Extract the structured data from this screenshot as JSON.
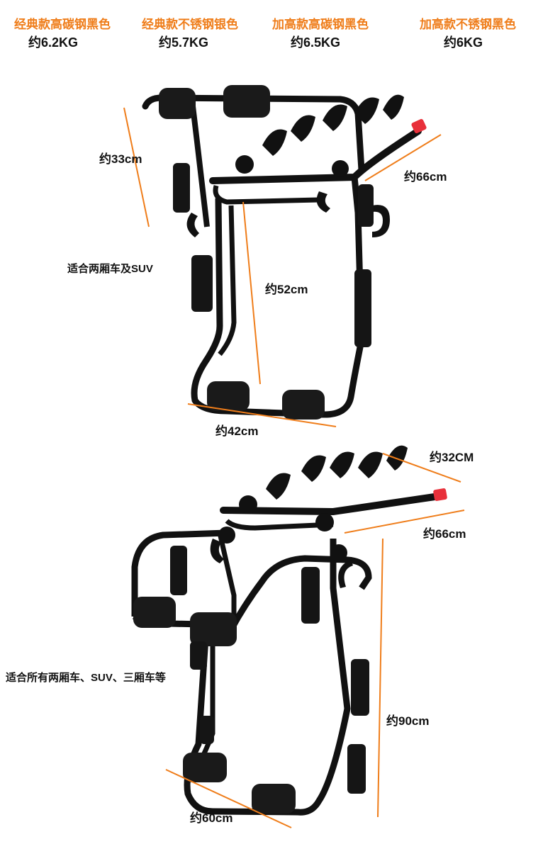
{
  "variants": [
    {
      "name": "经典款高碳钢黑色",
      "weight": "约6.2KG"
    },
    {
      "name": "经典款不锈钢银色",
      "weight": "约5.7KG"
    },
    {
      "name": "加高款高碳钢黑色",
      "weight": "约6.5KG"
    },
    {
      "name": "加高款不锈钢黑色",
      "weight": "约6KG"
    }
  ],
  "rack_top": {
    "height_upper": "约33cm",
    "arm_width": "约66cm",
    "height_main": "约52cm",
    "base_width": "约42cm",
    "fit_note": "适合两厢车及SUV"
  },
  "rack_bottom": {
    "arm_depth": "约32CM",
    "arm_width": "约66cm",
    "height_main": "约90cm",
    "base_width": "约60cm",
    "fit_note": "适合所有两厢车、SUV、三厢车等"
  },
  "colors": {
    "accent": "#ef7d1a",
    "frame": "#111111",
    "pad_red": "#e8303a"
  }
}
